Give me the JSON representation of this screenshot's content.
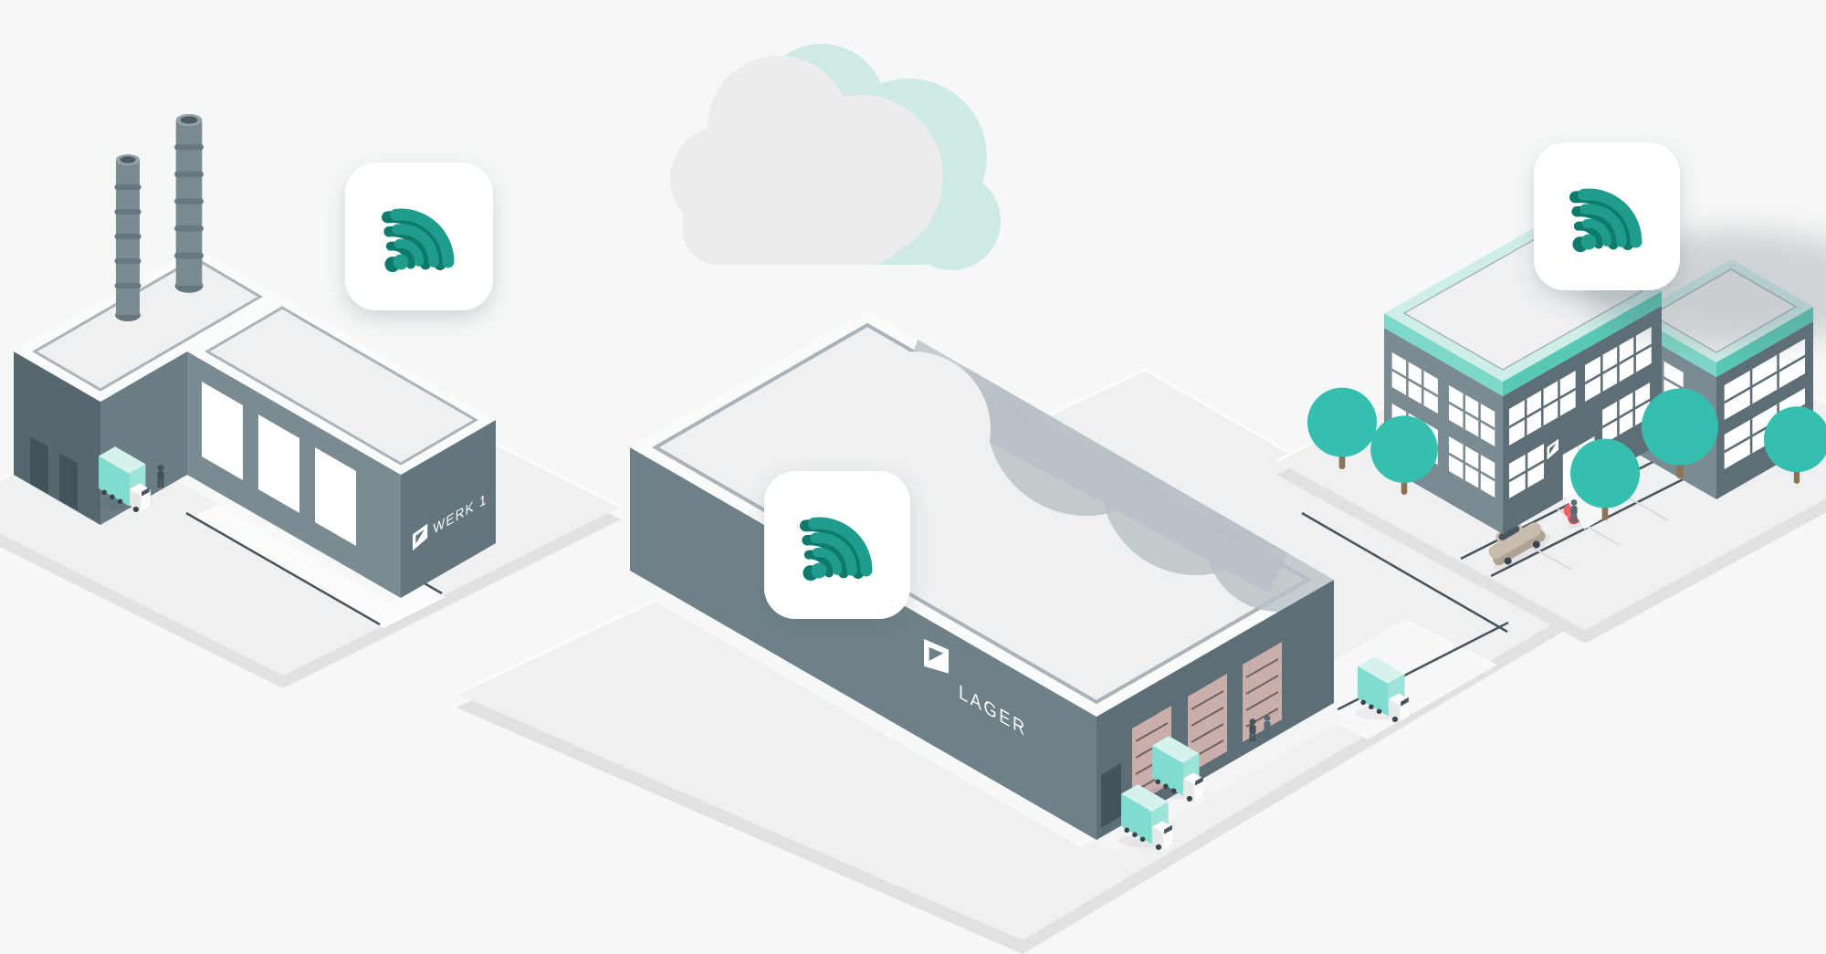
{
  "buildings": {
    "factory": {
      "label": "WERK 1"
    },
    "warehouse": {
      "label": "LAGER"
    },
    "office": {
      "label": ""
    }
  },
  "icons": {
    "wifi_badge": "wifi-icon",
    "cloud": "cloud-icon",
    "site_logo": "flag-logo-icon",
    "wifi_badge_count": 3
  },
  "colors": {
    "bg": "#f6f7f7",
    "platform": "#eef0f1",
    "platform_side": "#dfe1e3",
    "wall_light": "#7b8b92",
    "wall_mid": "#6b7c84",
    "wall_dark": "#5d6e76",
    "wall_darker": "#56676f",
    "wall_end": "#64757d",
    "lager_wall": "#6f8188",
    "roof": "#eff0f1",
    "roof_band": "#fafbfb",
    "parapet_line": "#a9b3b9",
    "mint_top": "#cfeee8",
    "mint_face": "#7ed8c9",
    "mint_face_dark": "#58c9b6",
    "teal": "#1f9c8c",
    "teal_dark": "#0d7a6b",
    "truck_teal": "#7fdcd1",
    "truck_teal_mid": "#9ce4da",
    "truck_teal_light": "#d6f2ed",
    "tree": "#35bfae",
    "trunk": "#8b7355",
    "dock_door": "#c9aeab",
    "dock_door_line": "#6e625f",
    "dark_door": "#44535b",
    "car_red": "#f2606a",
    "car_red_shade": "#d44f59",
    "car_tan": "#c8bcae",
    "car_tan_shade": "#afa295",
    "cloud_front": "#ececed",
    "cloud_back": "#cfeae4",
    "roof_shadow": "#b7c0c6",
    "haze": "#66767f",
    "road_dark": "#47545c",
    "label_text": "#ffffff"
  }
}
